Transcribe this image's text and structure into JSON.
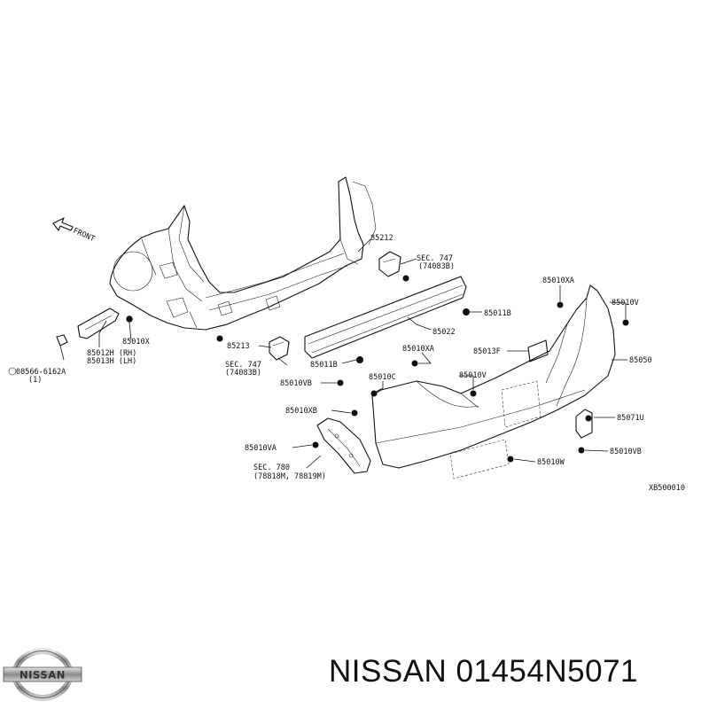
{
  "diagram": {
    "direction": "FRONT",
    "code": "XB500010",
    "labels": [
      {
        "id": "85212",
        "text": "85212"
      },
      {
        "id": "sec747-top",
        "text": "SEC. 747"
      },
      {
        "id": "sec747-top-ref",
        "text": "(74083B)"
      },
      {
        "id": "85022",
        "text": "85022"
      },
      {
        "id": "85011b-r",
        "text": "85011B"
      },
      {
        "id": "85010xa-top",
        "text": "85010XA"
      },
      {
        "id": "85010v-top",
        "text": "85010V"
      },
      {
        "id": "85010x",
        "text": "85010X"
      },
      {
        "id": "85012h",
        "text": "85012H (RH)"
      },
      {
        "id": "85013h",
        "text": "85013H (LH)"
      },
      {
        "id": "08566",
        "text": "08566-6162A"
      },
      {
        "id": "08566-qty",
        "text": "(1)"
      },
      {
        "id": "85213",
        "text": "85213"
      },
      {
        "id": "sec747-bot",
        "text": "SEC. 747"
      },
      {
        "id": "sec747-bot-ref",
        "text": "(74083B)"
      },
      {
        "id": "85011b-l",
        "text": "85011B"
      },
      {
        "id": "85010xa-mid",
        "text": "85010XA"
      },
      {
        "id": "85013f",
        "text": "85013F"
      },
      {
        "id": "85050",
        "text": "85050"
      },
      {
        "id": "85010vb-l",
        "text": "85010VB"
      },
      {
        "id": "85010c",
        "text": "85010C"
      },
      {
        "id": "85010v-mid",
        "text": "85010V"
      },
      {
        "id": "85010xb",
        "text": "85010XB"
      },
      {
        "id": "85071u",
        "text": "85071U"
      },
      {
        "id": "85010va",
        "text": "85010VA"
      },
      {
        "id": "85010vb-r",
        "text": "85010VB"
      },
      {
        "id": "sec780",
        "text": "SEC. 780"
      },
      {
        "id": "sec780-ref",
        "text": "(78818M, 78819M)"
      },
      {
        "id": "85010w",
        "text": "85010W"
      }
    ]
  },
  "brand": {
    "logo_text": "NISSAN"
  },
  "caption": {
    "text": "NISSAN 01454N5071"
  }
}
